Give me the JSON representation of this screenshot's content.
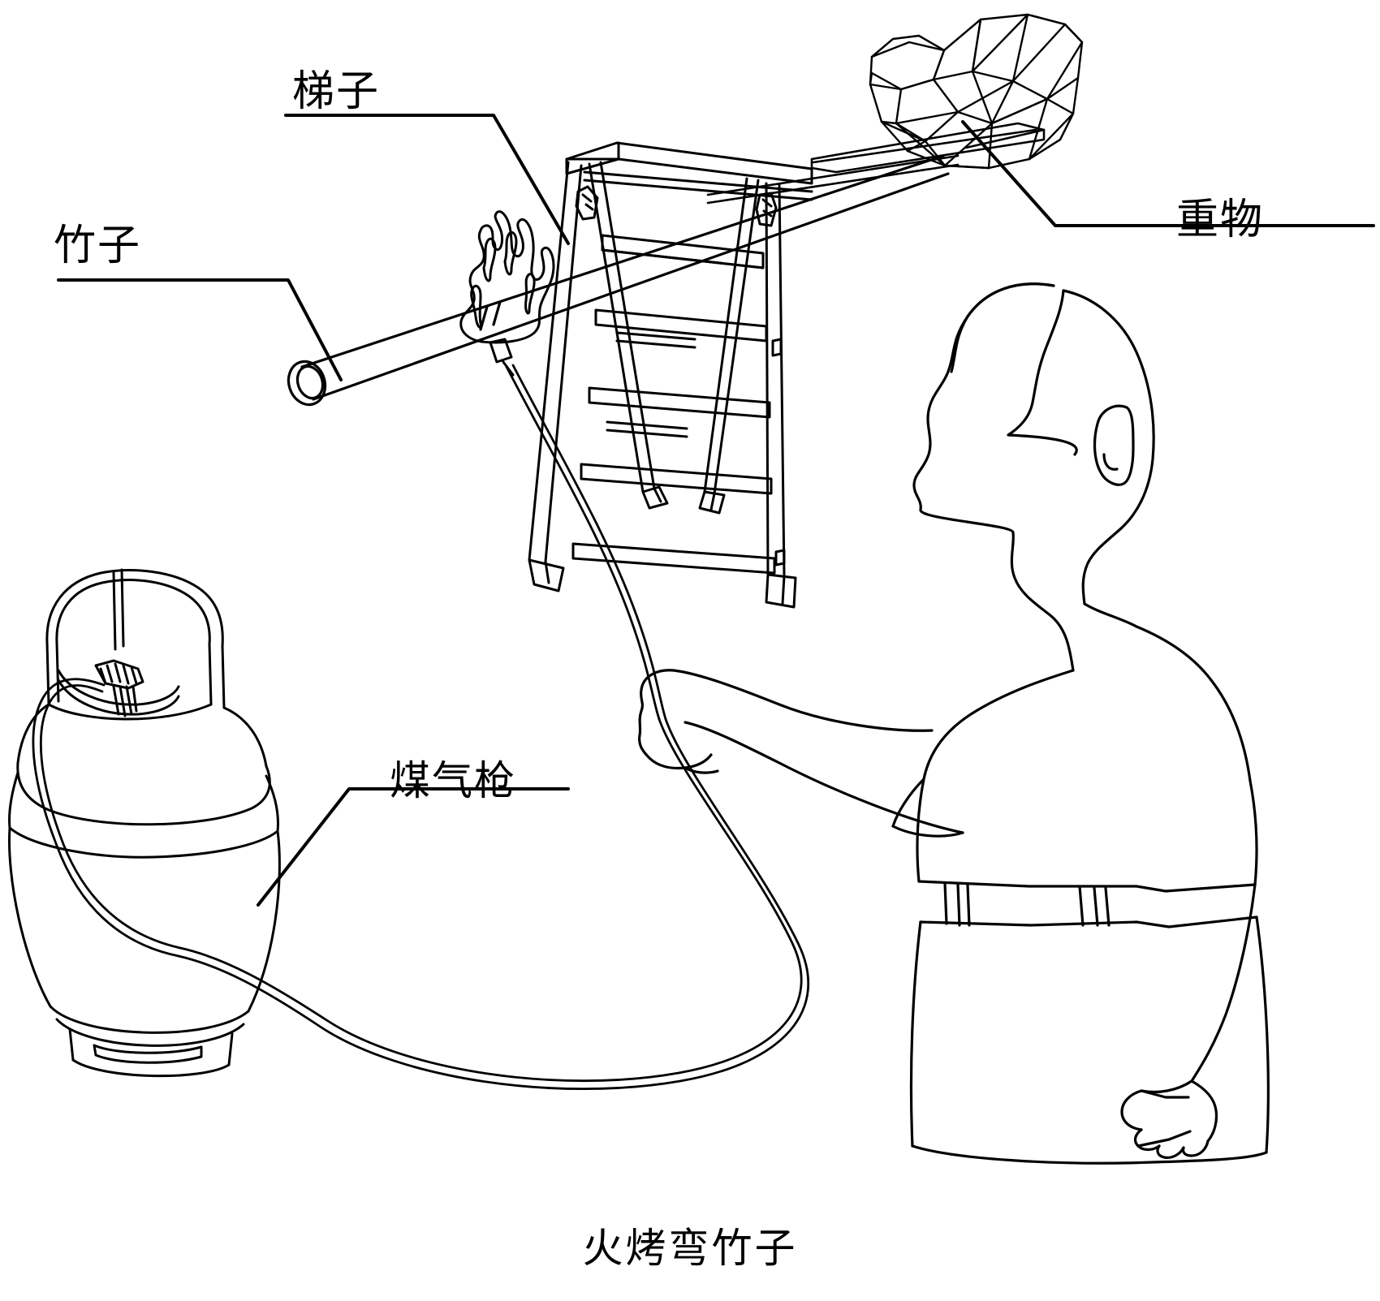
{
  "figure": {
    "caption": "火烤弯竹子",
    "style": {
      "stroke_color": "#000000",
      "background_color": "#ffffff",
      "line_type": "technical line drawing"
    }
  },
  "labels": [
    {
      "id": "bamboo",
      "text": "竹子",
      "meaning": "bamboo pole",
      "position": "upper-left"
    },
    {
      "id": "ladder",
      "text": "梯子",
      "meaning": "step ladder",
      "position": "top-center"
    },
    {
      "id": "weight",
      "text": "重物",
      "meaning": "heavy weight",
      "position": "upper-right"
    },
    {
      "id": "torch",
      "text": "煤气枪",
      "meaning": "gas torch / burner",
      "position": "center-left"
    }
  ],
  "objects": {
    "bamboo": {
      "name": "竹子",
      "detail": "hollow round pole, open end at left"
    },
    "ladder": {
      "name": "梯子",
      "detail": "A-frame wooden step ladder, 4 rungs"
    },
    "weight": {
      "name": "重物",
      "detail": "triangulated mesh block resting on a plank"
    },
    "torch": {
      "name": "煤气枪",
      "detail": "gas burner nozzle held against bamboo"
    },
    "flame": {
      "name": "火焰",
      "detail": "flame at heating point on bamboo"
    },
    "cylinder": {
      "name": "煤气罐",
      "detail": "LPG gas cylinder with valve collar and hose"
    },
    "person": {
      "name": "人",
      "detail": "man in profile facing left, holding gas hose"
    }
  },
  "chart_data": {
    "type": "diagram",
    "title": "火烤弯竹子",
    "annotations": [
      "竹子",
      "梯子",
      "重物",
      "煤气枪"
    ]
  }
}
